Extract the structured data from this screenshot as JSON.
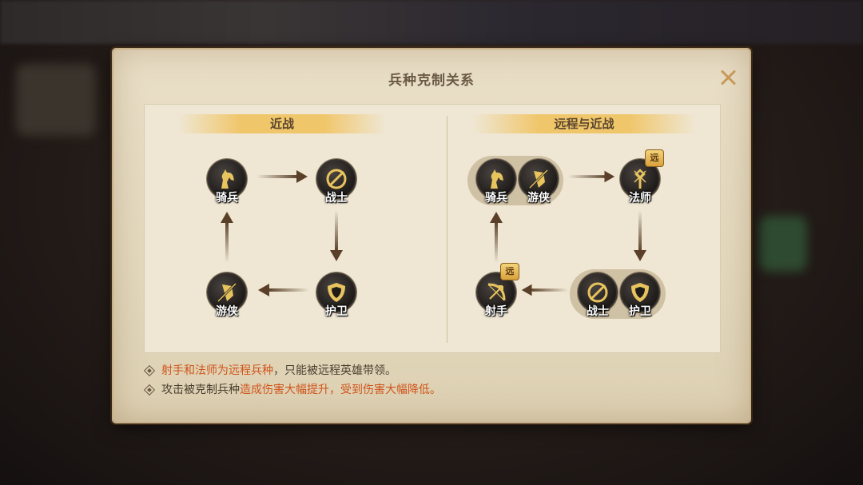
{
  "dialog": {
    "title": "兵种克制关系"
  },
  "melee": {
    "heading": "近战",
    "units": {
      "cavalry": "骑兵",
      "warrior": "战士",
      "ranger": "游侠",
      "guard": "护卫"
    }
  },
  "ranged": {
    "heading": "远程与近战",
    "units": {
      "cavalry": "骑兵",
      "ranger": "游侠",
      "mage": "法师",
      "warrior": "战士",
      "guard": "护卫",
      "archer": "射手"
    },
    "ranged_badge": "远"
  },
  "notes": [
    {
      "highlight": "射手和法师为远程兵种",
      "text": "，只能被远程英雄带领。"
    },
    {
      "text": "攻击被克制兵种",
      "highlight": "造成伤害大幅提升，受到伤害大幅降低。"
    }
  ],
  "colors": {
    "highlight": "#d0541a",
    "parchment": "#e9dfc7",
    "heading_gold": "#f0c464"
  }
}
